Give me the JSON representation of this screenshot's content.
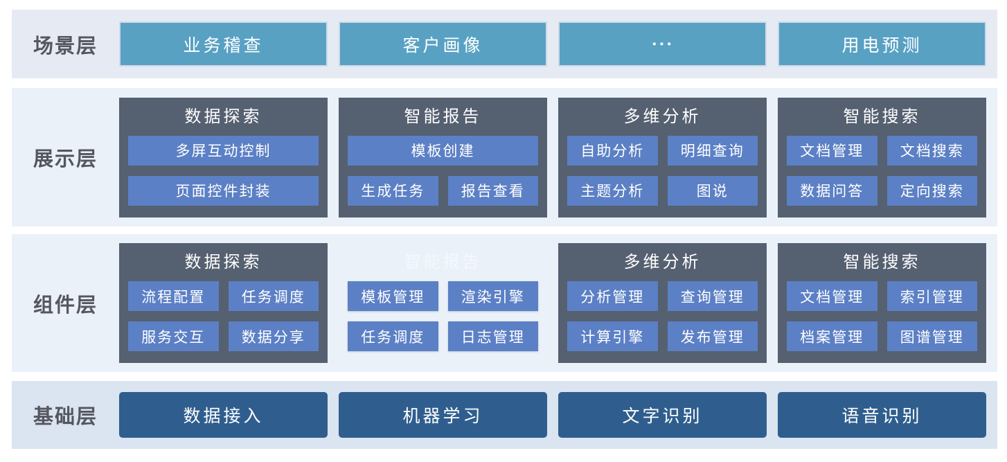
{
  "colors": {
    "band_scenario_bg": "#e6eaf2",
    "band_mid_bg": "#eaf1f9",
    "band_foundation_bg": "#dbe4f1",
    "scenario_button_bg": "#58a1c3",
    "scenario_button_border": "#ccdbe8",
    "card_bg": "#556070",
    "sub_button_bg": "#5c80c5",
    "foundation_button_bg": "#2f5e8e",
    "layer_label_text": "#55565e",
    "button_text": "#ffffff"
  },
  "layers": [
    {
      "label": "场景层",
      "buttons": [
        "业务稽查",
        "客户画像",
        "···",
        "用电预测"
      ]
    },
    {
      "label": "展示层",
      "cards": [
        {
          "title": "数据探索",
          "rows": [
            [
              "多屏互动控制"
            ],
            [
              "页面控件封装"
            ]
          ]
        },
        {
          "title": "智能报告",
          "rows": [
            [
              "模板创建"
            ],
            [
              "生成任务",
              "报告查看"
            ]
          ]
        },
        {
          "title": "多维分析",
          "rows": [
            [
              "自助分析",
              "明细查询"
            ],
            [
              "主题分析",
              "图说"
            ]
          ]
        },
        {
          "title": "智能搜索",
          "rows": [
            [
              "文档管理",
              "文档搜索"
            ],
            [
              "数据问答",
              "定向搜索"
            ]
          ]
        }
      ]
    },
    {
      "label": "组件层",
      "cards": [
        {
          "title": "数据探索",
          "rows": [
            [
              "流程配置",
              "任务调度"
            ],
            [
              "服务交互",
              "数据分享"
            ]
          ]
        },
        {
          "title": "智能报告",
          "ghost": true,
          "rows": [
            [
              "模板管理",
              "渲染引擎"
            ],
            [
              "任务调度",
              "日志管理"
            ]
          ]
        },
        {
          "title": "多维分析",
          "rows": [
            [
              "分析管理",
              "查询管理"
            ],
            [
              "计算引擎",
              "发布管理"
            ]
          ]
        },
        {
          "title": "智能搜索",
          "rows": [
            [
              "文档管理",
              "索引管理"
            ],
            [
              "档案管理",
              "图谱管理"
            ]
          ]
        }
      ]
    },
    {
      "label": "基础层",
      "buttons": [
        "数据接入",
        "机器学习",
        "文字识别",
        "语音识别"
      ]
    }
  ]
}
